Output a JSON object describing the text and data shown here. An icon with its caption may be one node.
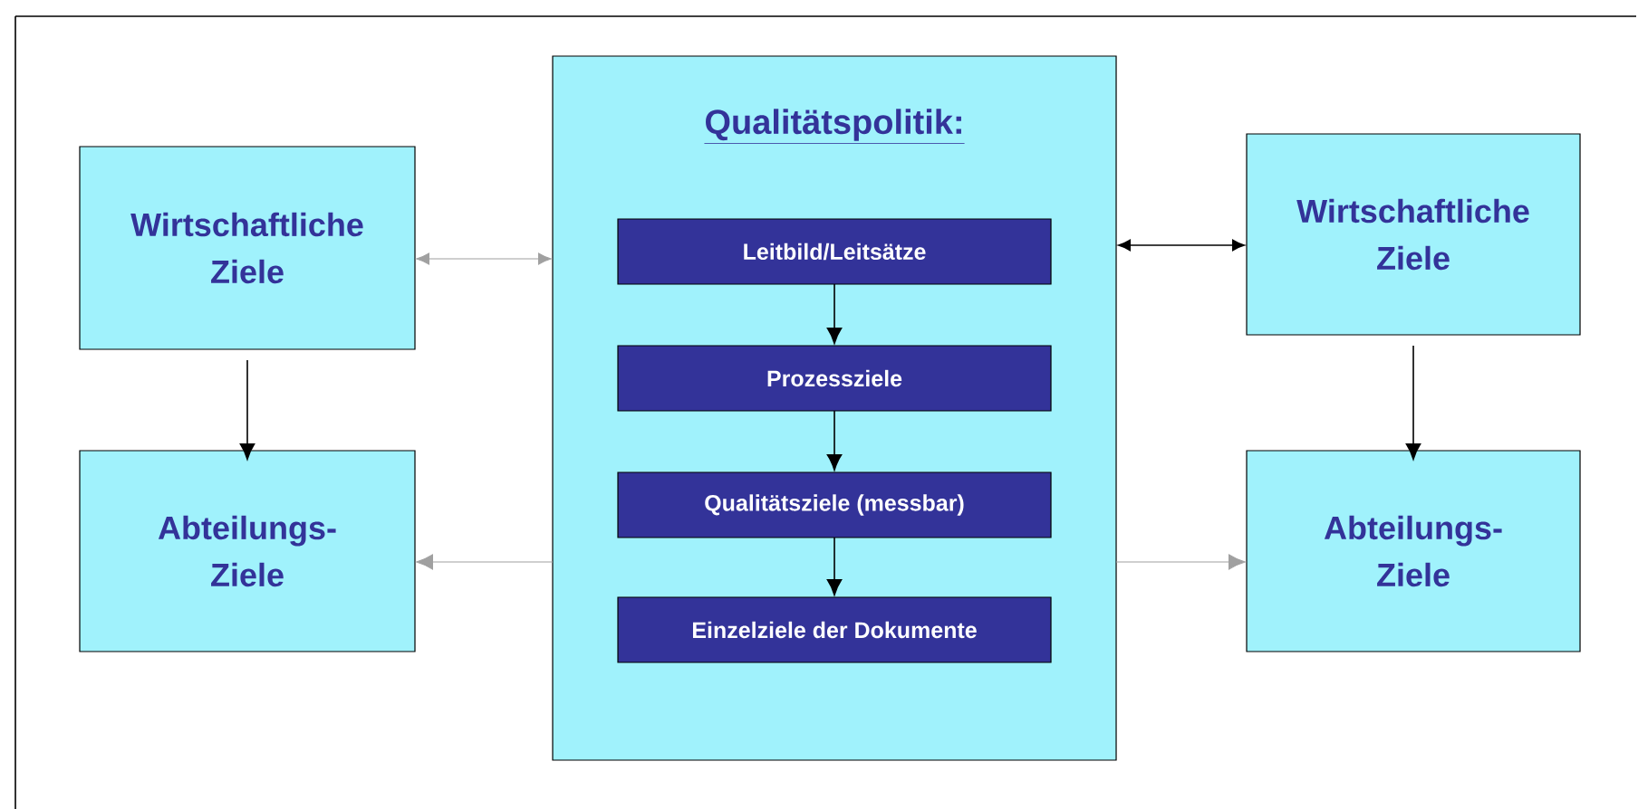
{
  "diagram": {
    "nodes": [
      {
        "text": [
          "Wirtschaftliche Ziele"
        ]
      },
      {
        "text": [
          "Qualitätspolitik:"
        ]
      },
      {
        "text": [
          "Leitbild/Leitsätze"
        ],
        "in": 1
      },
      {
        "text": [
          "Prozessziele"
        ],
        "in": 1
      },
      {
        "text": [
          "Qualitätsziele (messbar)"
        ],
        "in": 1
      },
      {
        "text": [
          "Einzelziele der Dokumente"
        ],
        "in": 1
      },
      {
        "text": [
          "Wirtschaftliche Ziele"
        ]
      },
      {
        "text": [
          "Abteilungs- Ziele"
        ]
      },
      {
        "text": [
          "Abteilungs- Ziele"
        ]
      }
    ],
    "edges": [
      {
        "from": 0,
        "to": 1,
        "arrow": "both",
        "color": "#a0a0a0"
      },
      {
        "from": 1,
        "to": 6,
        "arrow": "both"
      },
      {
        "from": 0,
        "to": 7,
        "arrow": "to"
      },
      {
        "from": 6,
        "to": 8,
        "arrow": "to"
      },
      {
        "from": 1,
        "to": 7,
        "arrow": "to",
        "color": "#a0a0a0"
      },
      {
        "from": 1,
        "to": 8,
        "arrow": "to",
        "color": "#a0a0a0"
      },
      {
        "from": 2,
        "to": 3,
        "arrow": "to"
      },
      {
        "from": 3,
        "to": 4,
        "arrow": "to"
      },
      {
        "from": 4,
        "to": 5,
        "arrow": "to"
      }
    ]
  }
}
